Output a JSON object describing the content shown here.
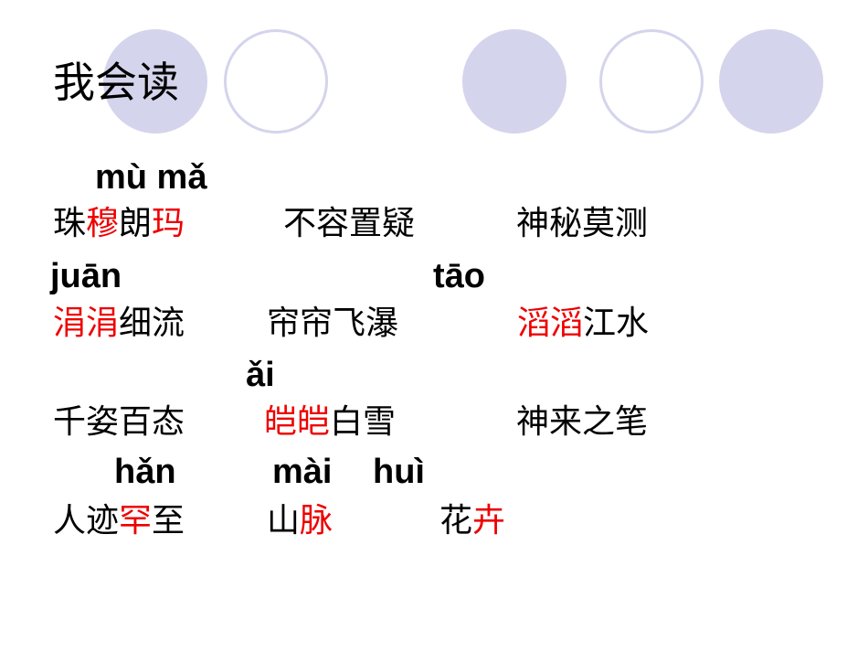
{
  "colors": {
    "highlight": "#ee0000",
    "circle": "#d4d4ec"
  },
  "title": "我会读",
  "rows": [
    {
      "pinyin": [
        "mù mǎ"
      ],
      "groups": [
        {
          "parts": [
            "珠",
            "穆",
            "朗",
            "玛"
          ]
        },
        {
          "parts": [
            "不容置疑"
          ]
        },
        {
          "parts": [
            "神秘莫测"
          ]
        }
      ]
    },
    {
      "pinyin": [
        "juān",
        "tāo"
      ],
      "groups": [
        {
          "parts": [
            "涓涓",
            "细流"
          ]
        },
        {
          "parts": [
            "帘帘飞瀑"
          ]
        },
        {
          "parts": [
            "滔滔",
            "江水"
          ]
        }
      ]
    },
    {
      "pinyin": [
        "ǎi"
      ],
      "groups": [
        {
          "parts": [
            "千姿百态"
          ]
        },
        {
          "parts": [
            "皑皑",
            "白雪"
          ]
        },
        {
          "parts": [
            "神来之笔"
          ]
        }
      ]
    },
    {
      "pinyin": [
        "hǎn",
        "mài",
        "huì"
      ],
      "groups": [
        {
          "parts": [
            "人迹",
            "罕",
            "至"
          ]
        },
        {
          "parts": [
            "山",
            "脉"
          ]
        },
        {
          "parts": [
            "花",
            "卉"
          ]
        }
      ]
    }
  ]
}
